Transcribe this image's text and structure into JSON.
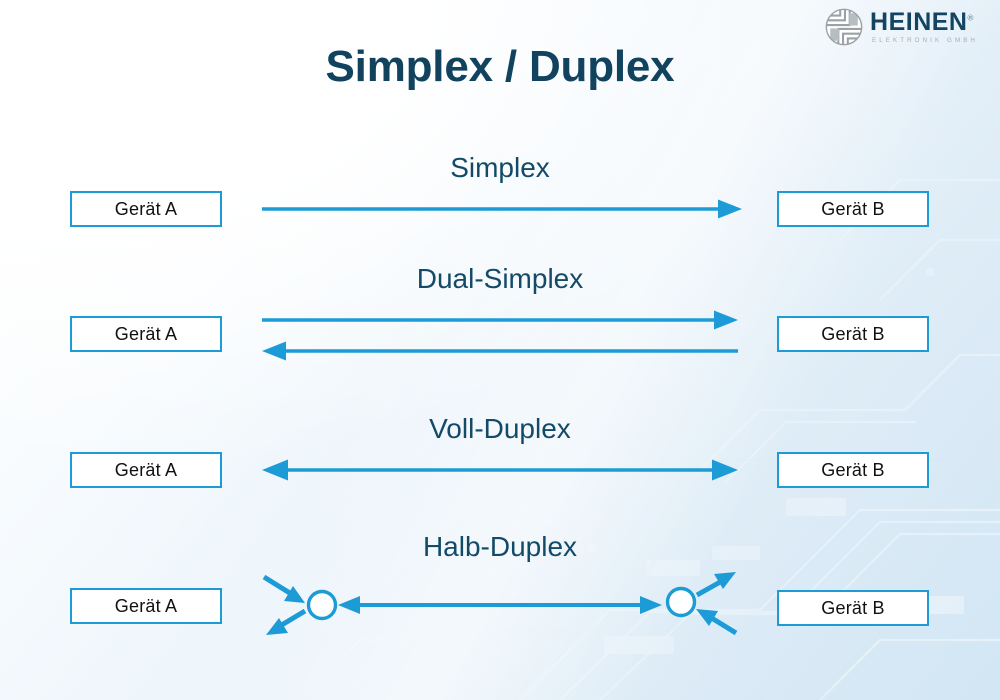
{
  "slide": {
    "title": "Simplex / Duplex",
    "background_start": "#ffffff",
    "background_end": "#d2e6f4",
    "accent_blue": "#1c9bd6",
    "title_color": "#11435f",
    "label_color": "#134a67"
  },
  "logo": {
    "word": "HEINEN",
    "registered": "®",
    "subtitle": "ELEKTRONIK GMBH",
    "mark_color": "#9aa2a6",
    "word_color": "#134563"
  },
  "rows": [
    {
      "key": "simplex",
      "label": "Simplex",
      "left_device": "Gerät A",
      "right_device": "Gerät B",
      "mode": "one-way-right",
      "description": "Ein Pfeil von Gerät A nach Gerät B"
    },
    {
      "key": "dual-simplex",
      "label": "Dual-Simplex",
      "left_device": "Gerät A",
      "right_device": "Gerät B",
      "mode": "two-parallel-lines",
      "description": "Zwei getrennte Pfeile, oben nach rechts, unten nach links"
    },
    {
      "key": "voll-duplex",
      "label": "Voll-Duplex",
      "left_device": "Gerät A",
      "right_device": "Gerät B",
      "mode": "bidirectional-single-line",
      "description": "Ein Pfeil mit Spitzen an beiden Enden"
    },
    {
      "key": "halb-duplex",
      "label": "Halb-Duplex",
      "left_device": "Gerät A",
      "right_device": "Gerät B",
      "mode": "switched-nodes",
      "description": "Zwei Knotenpunkte mit Schaltpfeilen und bidirektionaler Verbindung"
    }
  ]
}
